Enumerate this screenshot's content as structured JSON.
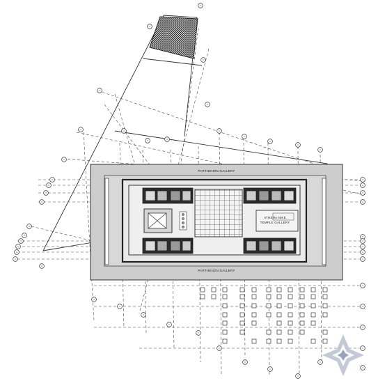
{
  "labels": {
    "gallery_top": "PARTHENON GALLERY",
    "gallery_bottom": "PARTHENON GALLERY",
    "temple_line1": "ATHENA NIKE",
    "temple_line2": "TEMPLE GALLERY"
  },
  "icons": {
    "watermark": "diamond-star-logo-icon",
    "hatch": "hatched-roof-icon"
  },
  "colors": {
    "line": "#333333",
    "fill_gray": "#c9c9c9",
    "fill_dark": "#2a2a2a",
    "fill_light": "#eeeeee",
    "watermark": "#b8bfd0"
  }
}
